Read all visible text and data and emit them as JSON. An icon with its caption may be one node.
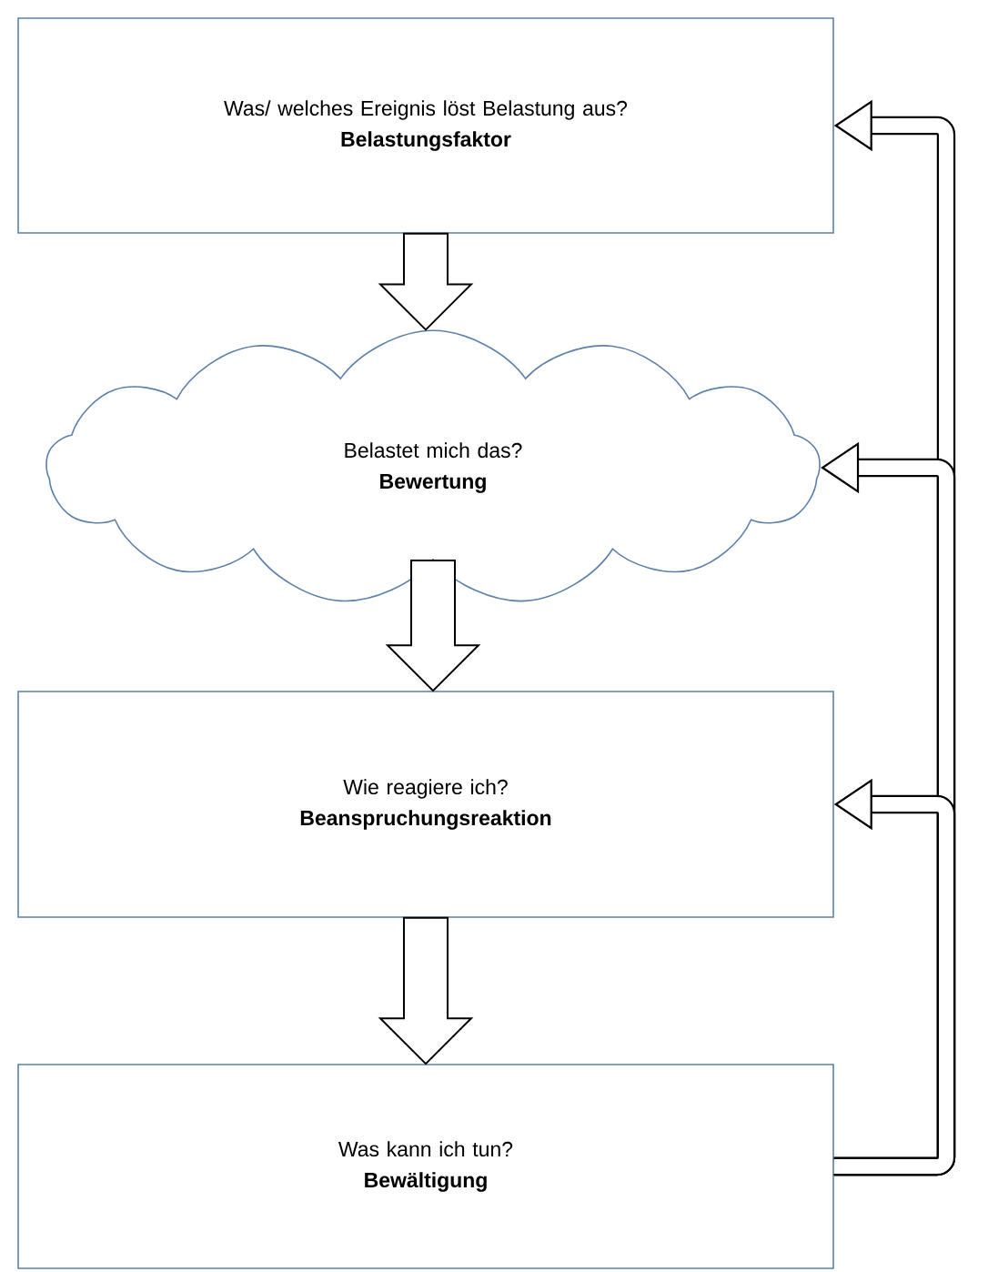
{
  "diagram": {
    "nodes": [
      {
        "text": [
          "Was/ welches Ereignis löst Belastung aus?",
          "Belastungsfaktor"
        ]
      },
      {
        "text": [
          "Belastet mich das?",
          "Bewertung"
        ]
      },
      {
        "text": [
          "Wie reagiere ich?",
          "Beanspruchungsreaktion"
        ]
      },
      {
        "text": [
          "Was kann ich tun?",
          "Bewältigung"
        ]
      }
    ],
    "edges": [
      {
        "from": 0,
        "to": 1,
        "arrow": "to"
      },
      {
        "from": 1,
        "to": 2,
        "arrow": "to"
      },
      {
        "from": 2,
        "to": 3,
        "arrow": "to"
      },
      {
        "from": 3,
        "to": 0,
        "arrow": "to"
      },
      {
        "from": 3,
        "to": 1,
        "arrow": "to"
      },
      {
        "from": 3,
        "to": 2,
        "arrow": "to"
      }
    ]
  }
}
